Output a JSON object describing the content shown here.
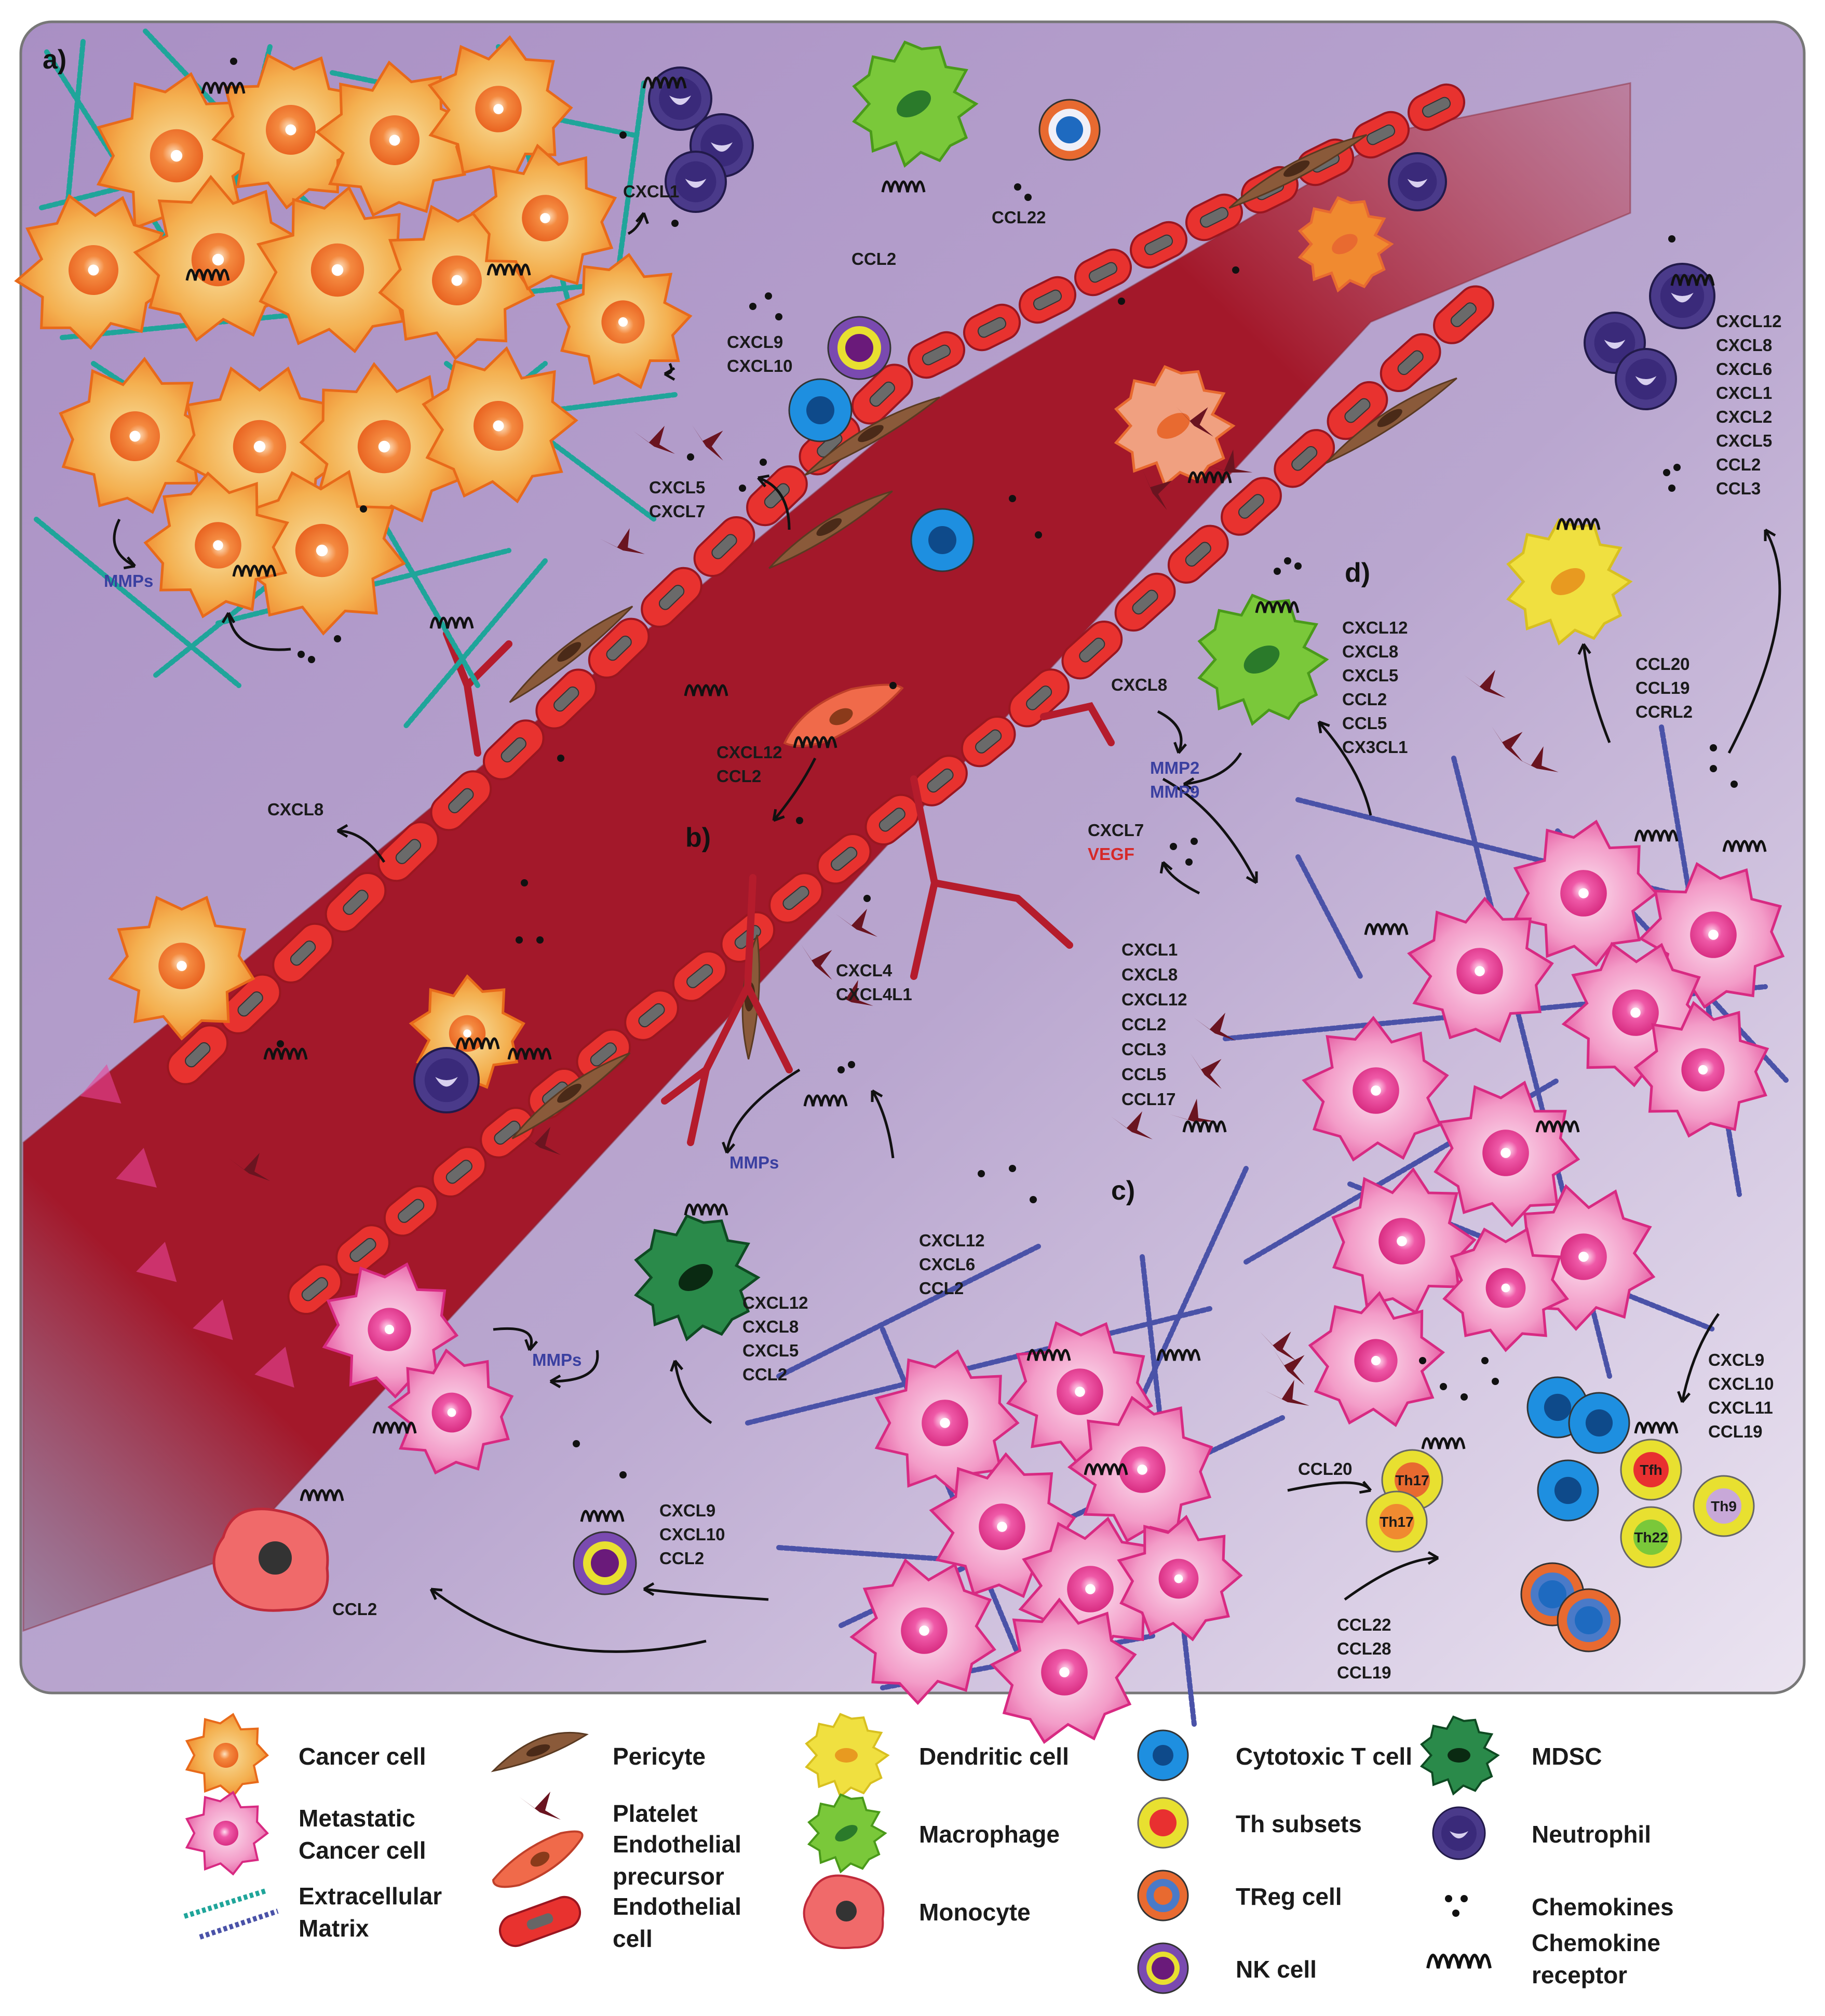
{
  "panels": [
    "a)",
    "b)",
    "c)",
    "d)"
  ],
  "labels": {
    "a_mmps": "MMPs",
    "cxcl1": "CXCL1",
    "ccl2_top": "CCL2",
    "ccl22_top": "CCL22",
    "cxcl9_cxcl10": [
      "CXCL9",
      "CXCL10"
    ],
    "cxcl5_cxcl7": [
      "CXCL5",
      "CXCL7"
    ],
    "cxcl8_left": "CXCL8",
    "cxcl12_ccl2_b": [
      "CXCL12",
      "CCL2"
    ],
    "cxcl8_d": "CXCL8",
    "mmp_d": [
      "MMP2",
      "MMP9"
    ],
    "cxcl7_vegf": [
      "CXCL7",
      "VEGF"
    ],
    "neutrophil_top_right": [
      "CXCL12",
      "CXCL8",
      "CXCL6",
      "CXCL1",
      "CXCL2",
      "CXCL5",
      "CCL2",
      "CCL3"
    ],
    "macrophage_d": [
      "CXCL12",
      "CXCL8",
      "CXCL5",
      "CCL2",
      "CCL5",
      "CX3CL1"
    ],
    "dendritic_d": [
      "CCL20",
      "CCL19",
      "CCRL2"
    ],
    "cxcl4": [
      "CXCL4",
      "CXCL4L1"
    ],
    "mid_list": [
      "CXCL1",
      "CXCL8",
      "CXCL12",
      "CCL2",
      "CCL3",
      "CCL5",
      "CCL17"
    ],
    "b_mmps": "MMPs",
    "cxcl12_cxcl6_ccl2": [
      "CXCL12",
      "CXCL6",
      "CCL2"
    ],
    "mdsc_list": [
      "CXCL12",
      "CXCL8",
      "CXCL5",
      "CCL2"
    ],
    "left_mmps": "MMPs",
    "nk_list": [
      "CXCL9",
      "CXCL10",
      "CCL2"
    ],
    "ccl2_monocyte": "CCL2",
    "ccl20_th17": "CCL20",
    "treg_list": [
      "CCL22",
      "CCL28",
      "CCL19"
    ],
    "tcell_list": [
      "CXCL9",
      "CXCL10",
      "CXCL11",
      "CCL19"
    ],
    "th_labels": [
      "Th17",
      "Th17",
      "Tfh",
      "Th22",
      "Th9"
    ]
  },
  "legend": [
    {
      "icon": "cancer-cell-icon",
      "label": [
        "Cancer cell"
      ]
    },
    {
      "icon": "metastatic-cancer-cell-icon",
      "label": [
        "Metastatic",
        "Cancer cell"
      ]
    },
    {
      "icon": "extracellular-matrix-icon",
      "label": [
        "Extracellular",
        "Matrix"
      ]
    },
    {
      "icon": "pericyte-icon",
      "label": [
        "Pericyte"
      ]
    },
    {
      "icon": "platelet-icon",
      "label": [
        "Platelet"
      ]
    },
    {
      "icon": "endothelial-precursor-icon",
      "label": [
        "Endothelial",
        "precursor"
      ]
    },
    {
      "icon": "endothelial-cell-icon",
      "label": [
        "Endothelial",
        "cell"
      ]
    },
    {
      "icon": "dendritic-cell-icon",
      "label": [
        "Dendritic cell"
      ]
    },
    {
      "icon": "macrophage-icon",
      "label": [
        "Macrophage"
      ]
    },
    {
      "icon": "monocyte-icon",
      "label": [
        "Monocyte"
      ]
    },
    {
      "icon": "cytotoxic-t-cell-icon",
      "label": [
        "Cytotoxic T cell"
      ]
    },
    {
      "icon": "th-subsets-icon",
      "label": [
        "Th subsets"
      ]
    },
    {
      "icon": "treg-cell-icon",
      "label": [
        "TReg cell"
      ]
    },
    {
      "icon": "nk-cell-icon",
      "label": [
        "NK cell"
      ]
    },
    {
      "icon": "mdsc-icon",
      "label": [
        "MDSC"
      ]
    },
    {
      "icon": "neutrophil-icon",
      "label": [
        "Neutrophil"
      ]
    },
    {
      "icon": "chemokines-icon",
      "label": [
        "Chemokines"
      ]
    },
    {
      "icon": "chemokine-receptor-icon",
      "label": [
        "Chemokine",
        "receptor"
      ]
    }
  ],
  "colors": {
    "background": "#b9a3cc",
    "vessel": "#a3182a",
    "endothelial": "#e8322f",
    "pericyte": "#8a5a3a",
    "cancer": "#f08a30",
    "metastatic": "#e8449a",
    "ecm_teal": "#1fa59a",
    "ecm_blue": "#4a52a8",
    "neutrophil": "#3a2a7a",
    "cytotoxic": "#1e8fe0",
    "th": "#e8e030",
    "treg": "#e86a30",
    "nk": "#6a2a8a",
    "mdsc": "#1e6e3a",
    "macrophage": "#7ac83a",
    "dendritic": "#f0e040",
    "monocyte": "#e04050",
    "platelet": "#6a1420"
  }
}
